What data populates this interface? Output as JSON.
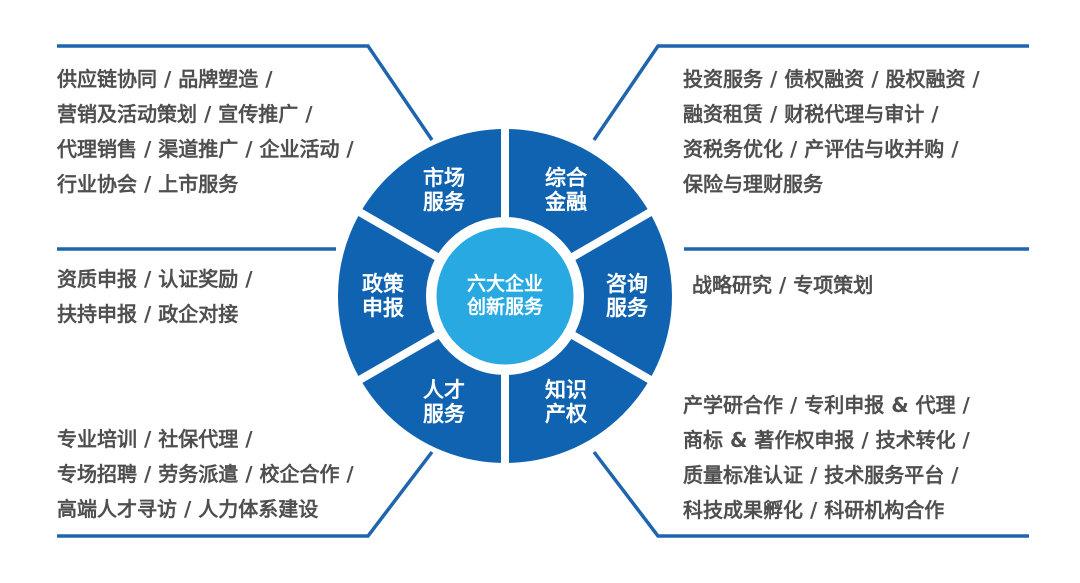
{
  "colors": {
    "ring_blue": "#0f63b0",
    "center_cyan": "#29a9e1",
    "connector_blue": "#1e65ad",
    "text_gray": "#4f4f4f",
    "background": "#ffffff"
  },
  "center_badge": {
    "line1": "六大企业",
    "line2": "创新服务"
  },
  "segments": [
    {
      "name": "market-services",
      "label_line1": "市场",
      "label_line2": "服务"
    },
    {
      "name": "comprehensive-finance",
      "label_line1": "综合",
      "label_line2": "金融"
    },
    {
      "name": "consulting-services",
      "label_line1": "咨询",
      "label_line2": "服务"
    },
    {
      "name": "intellectual-property",
      "label_line1": "知识",
      "label_line2": "产权"
    },
    {
      "name": "talent-services",
      "label_line1": "人才",
      "label_line2": "服务"
    },
    {
      "name": "policy-declaration",
      "label_line1": "政策",
      "label_line2": "申报"
    }
  ],
  "detail_blocks": {
    "top_left": {
      "lines": [
        "供应链协同 / 品牌塑造 /",
        "营销及活动策划 / 宣传推广 /",
        "代理销售 / 渠道推广 / 企业活动 /",
        "行业协会 / 上市服务"
      ]
    },
    "top_right": {
      "lines": [
        "投资服务 / 债权融资 / 股权融资 /",
        "融资租赁 / 财税代理与审计 /",
        "资税务优化 / 产评估与收并购 /",
        "保险与理财服务"
      ]
    },
    "mid_left": {
      "lines": [
        "资质申报 / 认证奖励 /",
        "扶持申报 / 政企对接"
      ]
    },
    "mid_right": {
      "lines": [
        "战略研究 / 专项策划"
      ]
    },
    "bottom_left": {
      "lines": [
        "专业培训 / 社保代理 /",
        "专场招聘 / 劳务派遣 / 校企合作 /",
        "高端人才寻访 / 人力体系建设"
      ]
    },
    "bottom_right": {
      "lines": [
        "产学研合作 / 专利申报 & 代理 /",
        "商标 & 著作权申报 / 技术转化 /",
        "质量标准认证 / 技术服务平台 /",
        "科技成果孵化 / 科研机构合作"
      ]
    }
  }
}
